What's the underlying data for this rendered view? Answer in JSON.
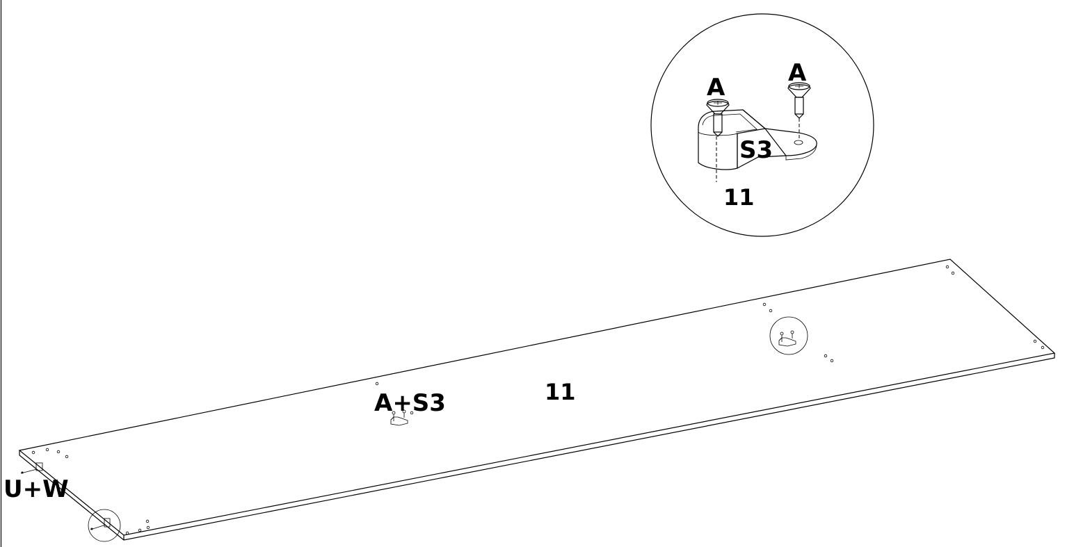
{
  "labels": {
    "panel_number": "11",
    "detail_panel_number": "11",
    "bracket_part": "S3",
    "screw_left": "A",
    "screw_right": "A",
    "callout_center": "A+S3",
    "callout_left": "U+W"
  }
}
